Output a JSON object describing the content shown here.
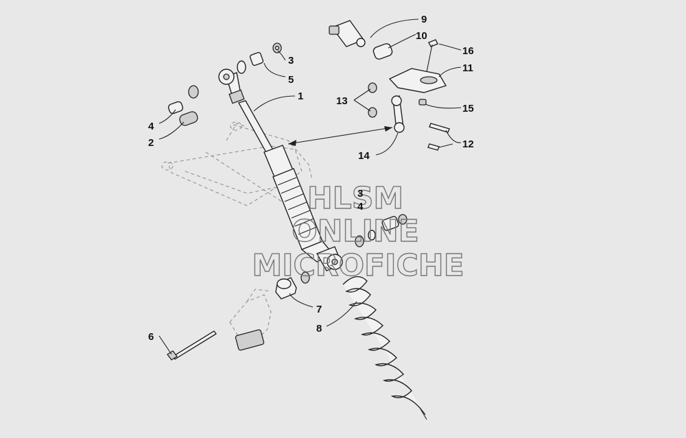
{
  "diagram": {
    "watermark": {
      "line1": "HLSM",
      "line2": "ONLINE",
      "line3": "MICROFICHE"
    },
    "callouts": [
      {
        "id": "c1",
        "label": "1"
      },
      {
        "id": "c2",
        "label": "2"
      },
      {
        "id": "c3",
        "label": "3"
      },
      {
        "id": "c4",
        "label": "4"
      },
      {
        "id": "c5",
        "label": "5"
      },
      {
        "id": "c3b",
        "label": "3"
      },
      {
        "id": "c4b",
        "label": "4"
      },
      {
        "id": "c6",
        "label": "6"
      },
      {
        "id": "c7",
        "label": "7"
      },
      {
        "id": "c8",
        "label": "8"
      },
      {
        "id": "c9",
        "label": "9"
      },
      {
        "id": "c10",
        "label": "10"
      },
      {
        "id": "c11",
        "label": "11"
      },
      {
        "id": "c12",
        "label": "12"
      },
      {
        "id": "c13",
        "label": "13"
      },
      {
        "id": "c14",
        "label": "14"
      },
      {
        "id": "c15",
        "label": "15"
      },
      {
        "id": "c16",
        "label": "16"
      }
    ]
  },
  "colors": {
    "background": "#e8e8e8",
    "line": "#222222",
    "watermark": "#777777"
  }
}
